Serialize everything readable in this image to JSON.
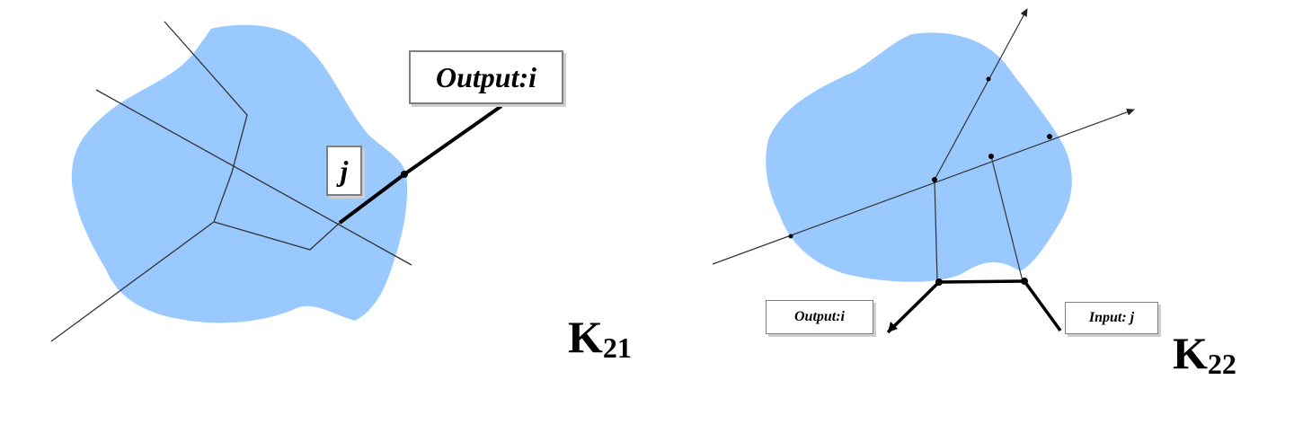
{
  "left_diagram": {
    "output_label": "Output:i",
    "node_label": "j",
    "k_main": "K",
    "k_sub": "21"
  },
  "right_diagram": {
    "output_label": "Output:i",
    "input_label": "Input: j",
    "k_main": "K",
    "k_sub": "22"
  },
  "colors": {
    "region_fill": "#99c9ff",
    "line": "#333333"
  }
}
